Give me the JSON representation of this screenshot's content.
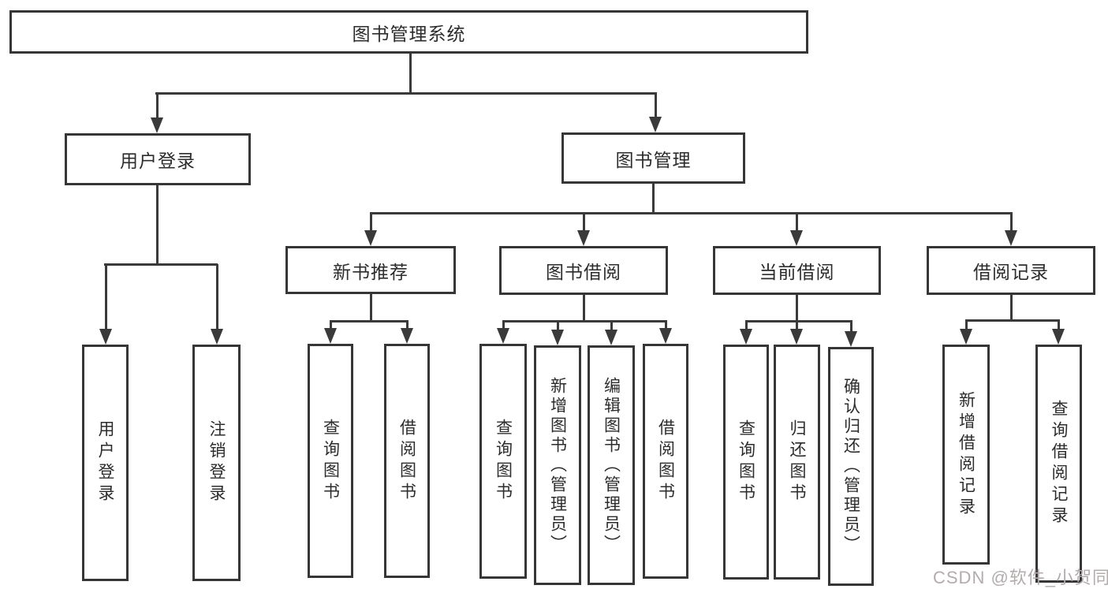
{
  "diagram": {
    "root": {
      "label": "图书管理系统"
    },
    "level2": [
      {
        "label": "用户登录"
      },
      {
        "label": "图书管理"
      }
    ],
    "level3": [
      {
        "label": "新书推荐"
      },
      {
        "label": "图书借阅"
      },
      {
        "label": "当前借阅"
      },
      {
        "label": "借阅记录"
      }
    ],
    "leaves": [
      {
        "label": "用户登录"
      },
      {
        "label": "注销登录"
      },
      {
        "label": "查询图书"
      },
      {
        "label": "借阅图书"
      },
      {
        "label": "查询图书"
      },
      {
        "label": "新增图书（管理员）"
      },
      {
        "label": "编辑图书（管理员）"
      },
      {
        "label": "借阅图书"
      },
      {
        "label": "查询图书"
      },
      {
        "label": "归还图书"
      },
      {
        "label": "确认归还（管理员）"
      },
      {
        "label": "新增借阅记录"
      },
      {
        "label": "查询借阅记录"
      }
    ],
    "watermark": "CSDN @软件_小贺同学",
    "colors": {
      "line": "#3a3a3a",
      "border": "#363636",
      "text": "#2c2c2c",
      "watermark": "#b3acac",
      "background": "#ffffff"
    }
  }
}
